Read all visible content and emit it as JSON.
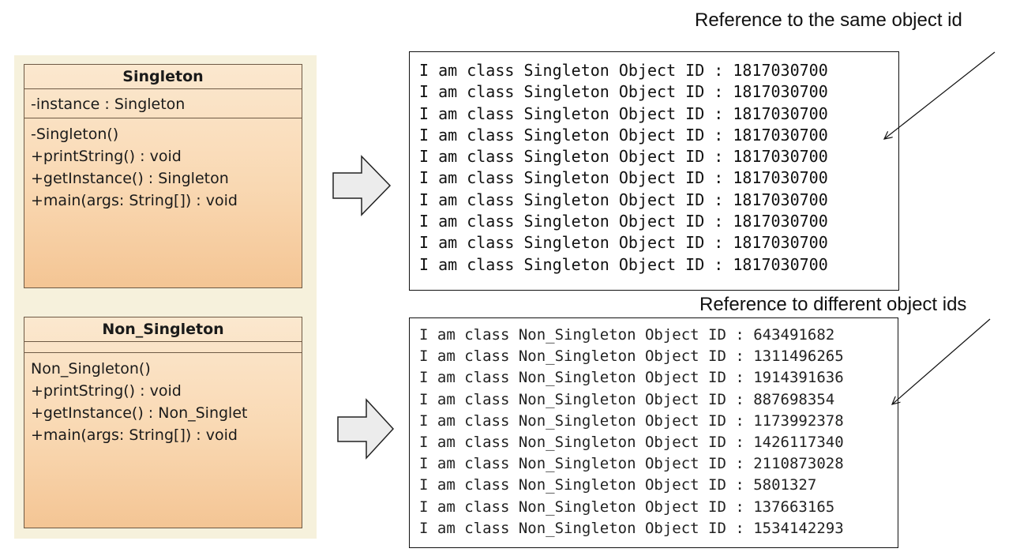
{
  "singleton_class": {
    "name": "Singleton",
    "attributes": [
      "-instance : Singleton"
    ],
    "operations": [
      "-Singleton()",
      "+printString() : void",
      "+getInstance() : Singleton",
      "+main(args: String[]) : void"
    ]
  },
  "non_singleton_class": {
    "name": "Non_Singleton",
    "attributes": [],
    "operations": [
      "Non_Singleton()",
      "+printString() : void",
      "+getInstance() : Non_Singlet",
      "+main(args: String[]) : void"
    ]
  },
  "singleton_output": {
    "caption": "Reference to the same object id",
    "lines": [
      "I am class Singleton Object ID : 1817030700",
      "I am class Singleton Object ID : 1817030700",
      "I am class Singleton Object ID : 1817030700",
      "I am class Singleton Object ID : 1817030700",
      "I am class Singleton Object ID : 1817030700",
      "I am class Singleton Object ID : 1817030700",
      "I am class Singleton Object ID : 1817030700",
      "I am class Singleton Object ID : 1817030700",
      "I am class Singleton Object ID : 1817030700",
      "I am class Singleton Object ID : 1817030700"
    ]
  },
  "non_singleton_output": {
    "caption": "Reference to different object ids",
    "lines": [
      "I am class Non_Singleton Object ID : 643491682",
      "I am class Non_Singleton Object ID : 1311496265",
      "I am class Non_Singleton Object ID : 1914391636",
      "I am class Non_Singleton Object ID : 887698354",
      "I am class Non_Singleton Object ID : 1173992378",
      "I am class Non_Singleton Object ID : 1426117340",
      "I am class Non_Singleton Object ID : 2110873028",
      "I am class Non_Singleton Object ID : 5801327",
      "I am class Non_Singleton Object ID : 137663165",
      "I am class Non_Singleton Object ID : 1534142293"
    ]
  },
  "colors": {
    "uml_panel_bg": "#f6f1dc",
    "uml_class_fill_top": "#fbe8cf",
    "uml_class_fill_bottom": "#f4c594",
    "arrow_fill": "#ececec"
  }
}
